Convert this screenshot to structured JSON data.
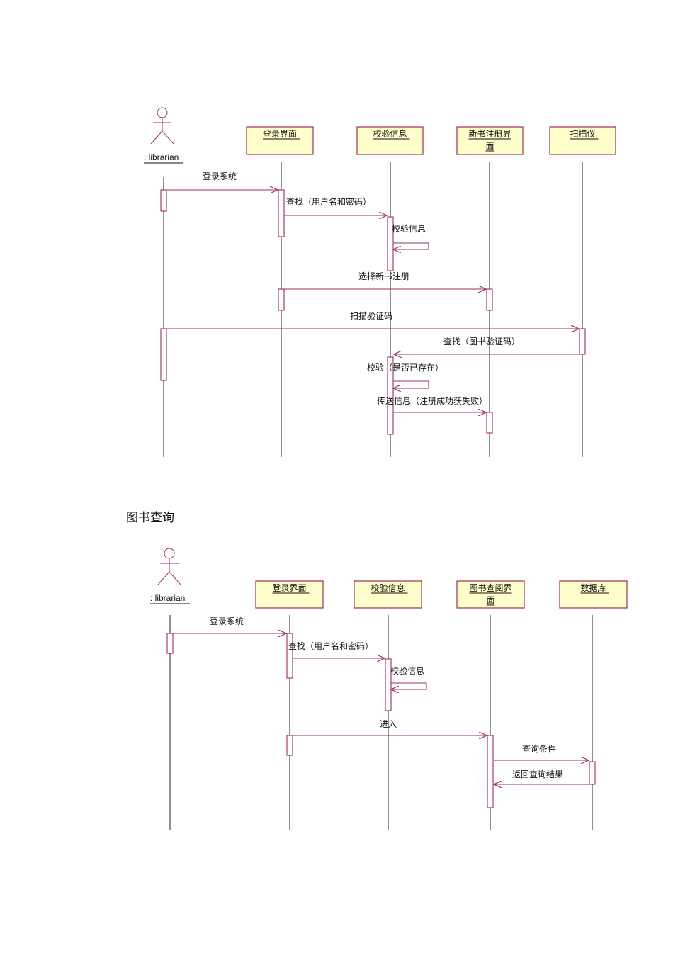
{
  "section_heading": "图书查询",
  "diagram1": {
    "actor": ": librarian",
    "objects": [
      "登录界面",
      "校验信息",
      "新书注册界\n面",
      "扫描仪"
    ],
    "messages": [
      "登录系统",
      "查找（用户名和密码）",
      "校验信息",
      "选择新书注册",
      "扫描验证码",
      "查找（图书验证码）",
      "校验（是否已存在）",
      "传送信息（注册成功获失败）"
    ]
  },
  "diagram2": {
    "actor": ": librarian",
    "objects": [
      "登录界面",
      "校验信息",
      "图书查阅界\n面",
      "数据库"
    ],
    "messages": [
      "登录系统",
      "查找（用户名和密码）",
      "校验信息",
      "进入",
      "查询条件",
      "返回查询结果"
    ]
  },
  "colors": {
    "line": "#a0304f",
    "box_fill": "#ffffcc",
    "box_border": "#a0304f",
    "lifeline": "#222222"
  }
}
